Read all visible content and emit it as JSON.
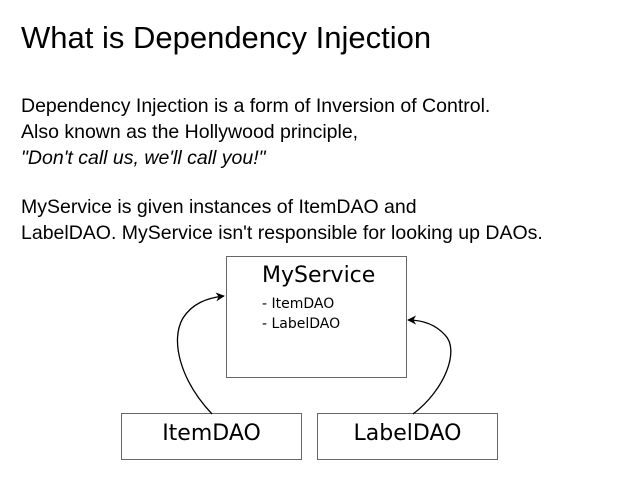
{
  "slide": {
    "title": "What is Dependency Injection",
    "line1": "Dependency Injection is a form of Inversion of Control.",
    "line2": "Also known as the Hollywood principle,",
    "line3": "\"Don't call us, we'll call you!\"",
    "line4": "MyService is given instances of ItemDAO and",
    "line5": "LabelDAO.  MyService isn't responsible for looking up DAOs."
  },
  "diagram": {
    "service": {
      "name": "MyService",
      "fields": [
        "- ItemDAO",
        "- LabelDAO"
      ]
    },
    "item_dao": "ItemDAO",
    "label_dao": "LabelDAO"
  }
}
